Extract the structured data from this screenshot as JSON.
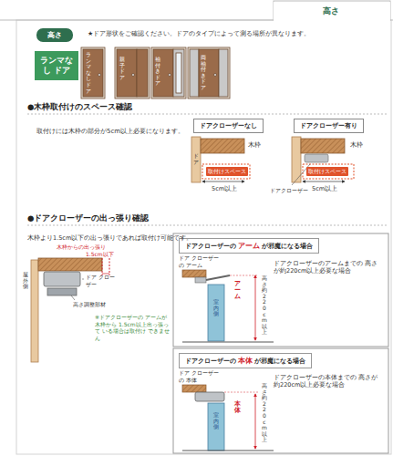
{
  "diagram": {
    "nodes": [
      {
        "text": [
          "高さ"
        ]
      },
      {
        "text": [
          "高さ"
        ]
      },
      {
        "text": [
          "ランマなし ドア"
        ]
      },
      {
        "text": [
          "ドアクローザーなし"
        ]
      },
      {
        "text": [
          "ドアクローザー有り"
        ]
      },
      {
        "text": [
          "ドアクローザーの",
          "アーム",
          "が邪魔になる場合"
        ]
      },
      {
        "text": [
          "ドアクローザーの",
          "本体",
          "が邪魔になる場合"
        ]
      }
    ],
    "labels": [
      "★ドア形状をご確認ください。ドアのタイプによって測る場所が異なります。",
      "ランマなしドア",
      "親子ドア",
      "袖付きドア",
      "両袖付きドア",
      "●木枠取付けのスペース確認",
      "取付けには木枠の部分が5cm以上必要になります。",
      "木枠",
      "ドア",
      "取付けスペース",
      "5cm以上",
      "木枠",
      "取付けスペース",
      "ドアクローザー",
      "5cm以上",
      "●ドアクローザーの出っ張り確認",
      "木枠より1.5cm以下の出っ張りであれば取付け可能です。",
      "木枠からの出っ張り",
      "1.5cm以下",
      "屋外側",
      "ドア クローザー",
      "高さ調整部材",
      "※ドアクローザーの アームが木枠から 1.5cm以上出っ張って いる場合は取付け できません",
      "ドア クローザーの アーム",
      "ドアクローザーのアームまでの 高さが約220cm以上必要な場合",
      "アーム",
      "室内側",
      "高さ約220cm以上",
      "ドア クローザーの 本体",
      "ドアクローザーの本体までの 高さが約220cm以上必要な場合",
      "本体",
      "室内側",
      "高さ約220cm以上"
    ]
  }
}
